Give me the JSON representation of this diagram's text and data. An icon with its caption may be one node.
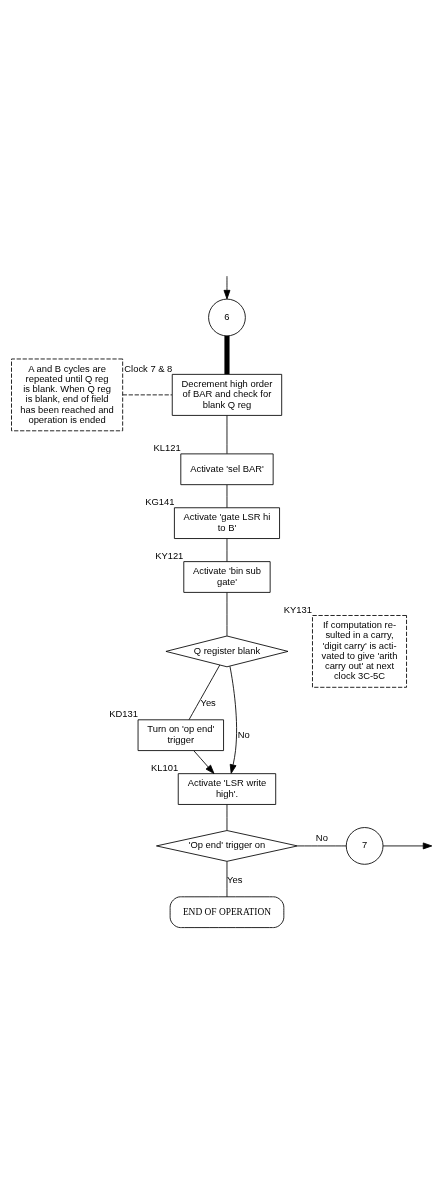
{
  "diagram": {
    "nodes": [
      {
        "text": [
          "6"
        ]
      },
      {
        "text": [
          "A and B cycles are repeated until Q reg is blank. When Q reg is blank, end of field has been reached and operation is ended"
        ]
      },
      {
        "text": [
          "Decrement high order of BAR and check for blank Q reg"
        ],
        "beside": [
          "Clock 7 & 8"
        ]
      },
      {
        "text": [
          "Activate 'sel BAR'"
        ],
        "beside": [
          "KL121"
        ]
      },
      {
        "text": [
          "Activate 'gate LSR hi to B'"
        ],
        "beside": [
          "KG141"
        ]
      },
      {
        "text": [
          "Activate 'bin sub gate'"
        ],
        "beside": [
          "KY121"
        ]
      },
      {
        "text": [
          "If computation re- sulted in a carry, 'digit carry' is acti- vated to give 'arith carry out' at next clock 3C-5C"
        ],
        "beside": [
          "KY131"
        ]
      },
      {
        "text": [
          "Q register blank"
        ]
      },
      {
        "text": [
          "Turn on 'op end' trigger"
        ],
        "beside": [
          "KD131"
        ]
      },
      {
        "text": [
          "Activate 'LSR write high'."
        ],
        "beside": [
          "KL101"
        ]
      },
      {
        "text": [
          "'Op end' trigger on"
        ]
      },
      {
        "text": [
          "7"
        ]
      },
      {
        "text": [
          "END OF OPERATION"
        ]
      }
    ],
    "edges": [
      {
        "from": null,
        "to": 0,
        "arrow": "to"
      },
      {
        "from": 0,
        "to": 2,
        "arrow": "none",
        "style": "thick"
      },
      {
        "from": 1,
        "to": 2,
        "arrow": "none",
        "style": "dashed"
      },
      {
        "from": 2,
        "to": 3,
        "arrow": "none"
      },
      {
        "from": 3,
        "to": 4,
        "arrow": "none"
      },
      {
        "from": 4,
        "to": 5,
        "arrow": "none"
      },
      {
        "from": 5,
        "to": 7,
        "arrow": "none"
      },
      {
        "from": 7,
        "to": 8,
        "arrow": "none",
        "label": "Yes"
      },
      {
        "from": 7,
        "to": 9,
        "arrow": "to",
        "label": "No"
      },
      {
        "from": 8,
        "to": 9,
        "arrow": "to"
      },
      {
        "from": 9,
        "to": 10,
        "arrow": "none"
      },
      {
        "from": 10,
        "to": 11,
        "arrow": "none",
        "label": "No"
      },
      {
        "from": 11,
        "to": null,
        "arrow": "to"
      },
      {
        "from": 10,
        "to": 12,
        "arrow": "none",
        "label": "Yes"
      }
    ]
  }
}
